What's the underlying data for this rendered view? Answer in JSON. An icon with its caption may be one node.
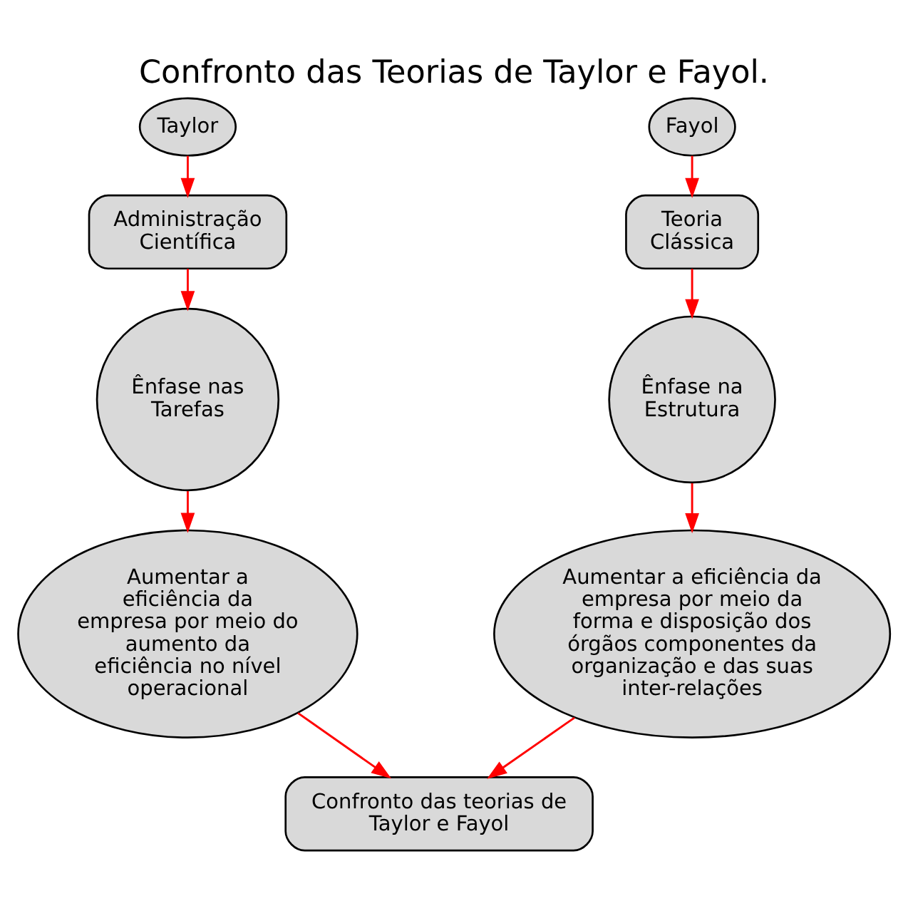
{
  "diagram": {
    "title": "Confronto das Teorias de Taylor e Fayol.",
    "nodes": [
      {
        "text": [
          "Taylor"
        ]
      },
      {
        "text": [
          "Administração Científica"
        ]
      },
      {
        "text": [
          "Ênfase nas Tarefas"
        ]
      },
      {
        "text": [
          "Aumentar a eficiência da empresa por meio do aumento da eficiência no nível operacional"
        ]
      },
      {
        "text": [
          "Fayol"
        ]
      },
      {
        "text": [
          "Teoria Clássica"
        ]
      },
      {
        "text": [
          "Ênfase na Estrutura"
        ]
      },
      {
        "text": [
          "Aumentar a eficiência da empresa por meio da forma e disposição dos órgãos componentes da organização e das suas inter-relações"
        ]
      },
      {
        "text": [
          "Confronto das teorias de Taylor e Fayol"
        ]
      }
    ],
    "edges": [
      {
        "from": 0,
        "to": 1,
        "arrow": "to",
        "color": "#ff0000"
      },
      {
        "from": 1,
        "to": 2,
        "arrow": "to",
        "color": "#ff0000"
      },
      {
        "from": 2,
        "to": 3,
        "arrow": "to",
        "color": "#ff0000"
      },
      {
        "from": 4,
        "to": 5,
        "arrow": "to",
        "color": "#ff0000"
      },
      {
        "from": 5,
        "to": 6,
        "arrow": "to",
        "color": "#ff0000"
      },
      {
        "from": 6,
        "to": 7,
        "arrow": "to",
        "color": "#ff0000"
      },
      {
        "from": 3,
        "to": 8,
        "arrow": "to",
        "color": "#ff0000"
      },
      {
        "from": 7,
        "to": 8,
        "arrow": "to",
        "color": "#ff0000"
      }
    ]
  }
}
